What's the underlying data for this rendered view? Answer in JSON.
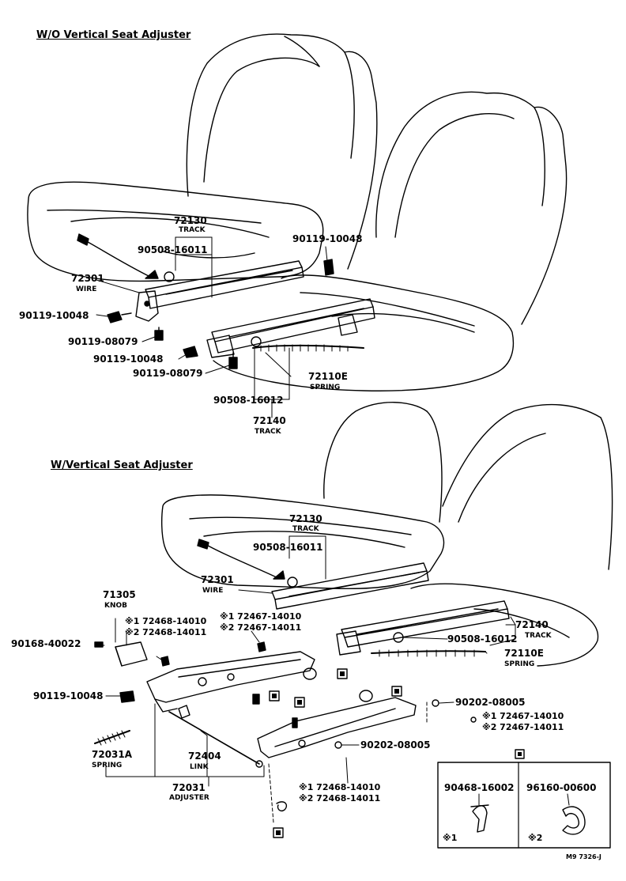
{
  "top": {
    "header": "W/O Vertical Seat Adjuster",
    "labels": {
      "p72130": "72130",
      "p72130_sub": "TRACK",
      "p90508a": "90508-16011",
      "p90119r": "90119-10048",
      "p72301": "72301",
      "p72301_sub": "WIRE",
      "p90119l1": "90119-10048",
      "p90119_08079a": "90119-08079",
      "p90119l2": "90119-10048",
      "p90119_08079b": "90119-08079",
      "p72110e": "72110E",
      "p72110e_sub": "SPRING",
      "p90508b": "90508-16012",
      "p72140": "72140",
      "p72140_sub": "TRACK"
    }
  },
  "bottom": {
    "header": "W/Vertical Seat Adjuster",
    "labels": {
      "p72130": "72130",
      "p72130_sub": "TRACK",
      "p90508a": "90508-16011",
      "p72301": "72301",
      "p72301_sub": "WIRE",
      "p71305": "71305",
      "p71305_sub": "KNOB",
      "p72468a": "※1 72468-14010",
      "p72468b": "※2 72468-14011",
      "p72467a": "※1 72467-14010",
      "p72467b": "※2 72467-14011",
      "p90168": "90168-40022",
      "p90119": "90119-10048",
      "p72031a": "72031A",
      "p72031a_sub": "SPRING",
      "p72404": "72404",
      "p72404_sub": "LINK",
      "p72031": "72031",
      "p72031_sub": "ADJUSTER",
      "p72140": "72140",
      "p72140_sub": "TRACK",
      "p90508b": "90508-16012",
      "p72110e": "72110E",
      "p72110e_sub": "SPRING",
      "p90202a": "90202-08005",
      "p72467c": "※1 72467-14010",
      "p72467d": "※2 72467-14011",
      "p90202b": "90202-08005",
      "p72468c": "※1 72468-14010",
      "p72468d": "※2 72468-14011"
    }
  },
  "inset": {
    "left_part": "90468-16002",
    "right_part": "96160-00600",
    "left_note": "※1",
    "right_note": "※2"
  },
  "footer_code": "M9  7326-J"
}
